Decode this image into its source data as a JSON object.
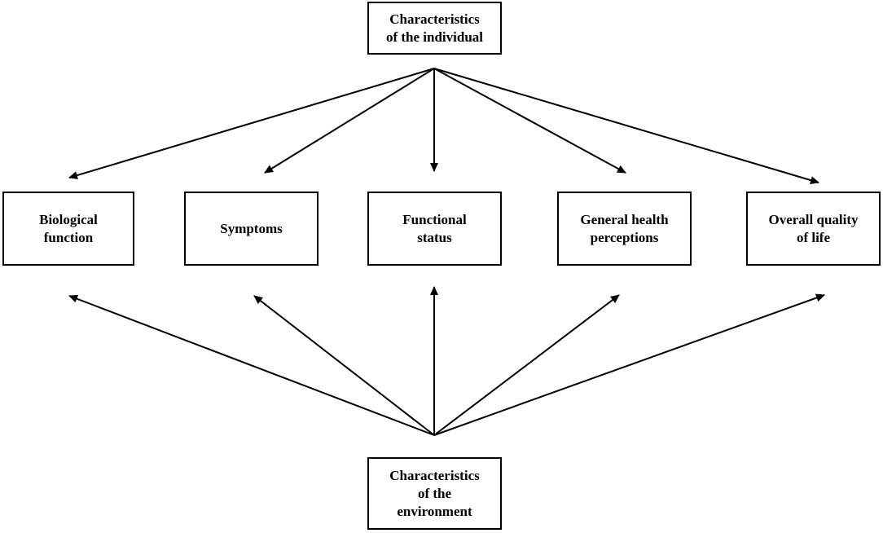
{
  "diagram": {
    "top": {
      "lines": [
        "Characteristics",
        "of the individual"
      ]
    },
    "bottom": {
      "lines": [
        "Characteristics",
        "of the",
        "environment"
      ]
    },
    "outcomes": [
      {
        "id": "biological-function",
        "lines": [
          "Biological",
          "function"
        ]
      },
      {
        "id": "symptoms",
        "lines": [
          "Symptoms"
        ]
      },
      {
        "id": "functional-status",
        "lines": [
          "Functional",
          "status"
        ]
      },
      {
        "id": "general-health-perceptions",
        "lines": [
          "General health",
          "perceptions"
        ]
      },
      {
        "id": "overall-quality-of-life",
        "lines": [
          "Overall quality",
          "of life"
        ]
      }
    ],
    "colors": {
      "stroke": "#000000",
      "text": "#000000",
      "background": "#ffffff"
    }
  }
}
